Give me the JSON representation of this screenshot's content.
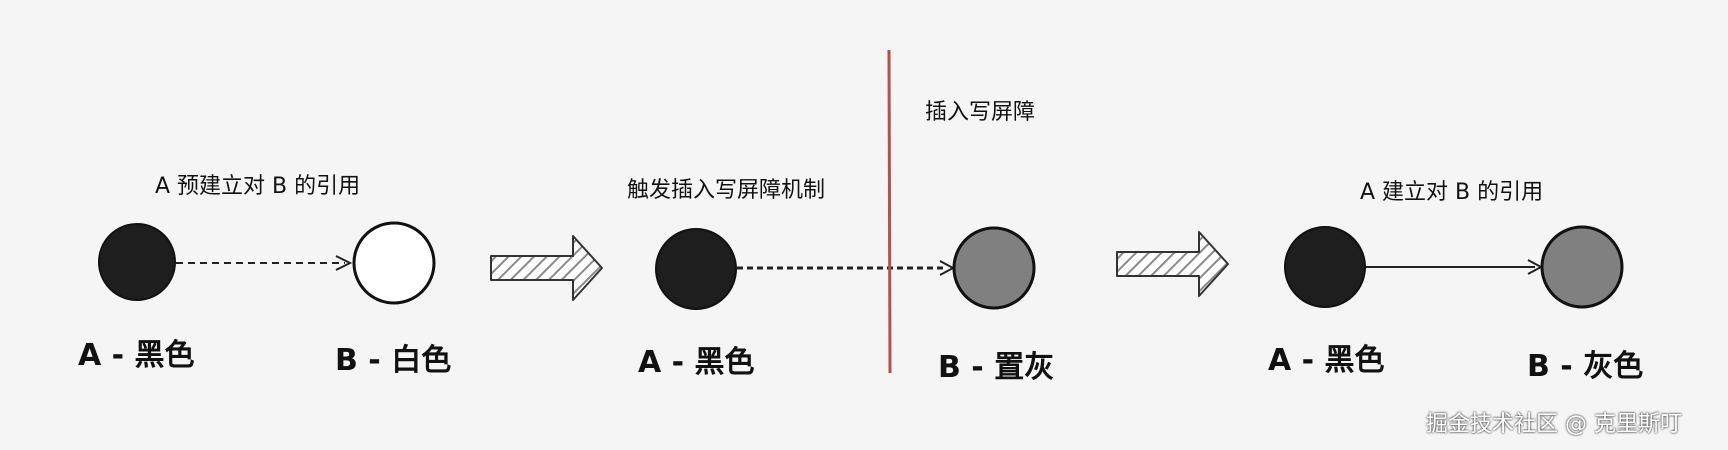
{
  "stage1": {
    "caption": "A 预建立对 B 的引用",
    "node_a": "A - 黑色",
    "node_b": "B - 白色"
  },
  "stage2": {
    "caption": "触发插入写屏障机制",
    "barrier_label": "插入写屏障",
    "node_a": "A - 黑色",
    "node_b": "B - 置灰"
  },
  "stage3": {
    "caption": "A 建立对 B 的引用",
    "node_a": "A - 黑色",
    "node_b": "B - 灰色"
  },
  "watermark": "掘金技术社区 @ 克里斯叮",
  "colors": {
    "black_node": "#1e1e1e",
    "white_node": "#ffffff",
    "gray_node": "#808080",
    "barrier_line": "#b5504b",
    "background": "#f5f5f5"
  }
}
